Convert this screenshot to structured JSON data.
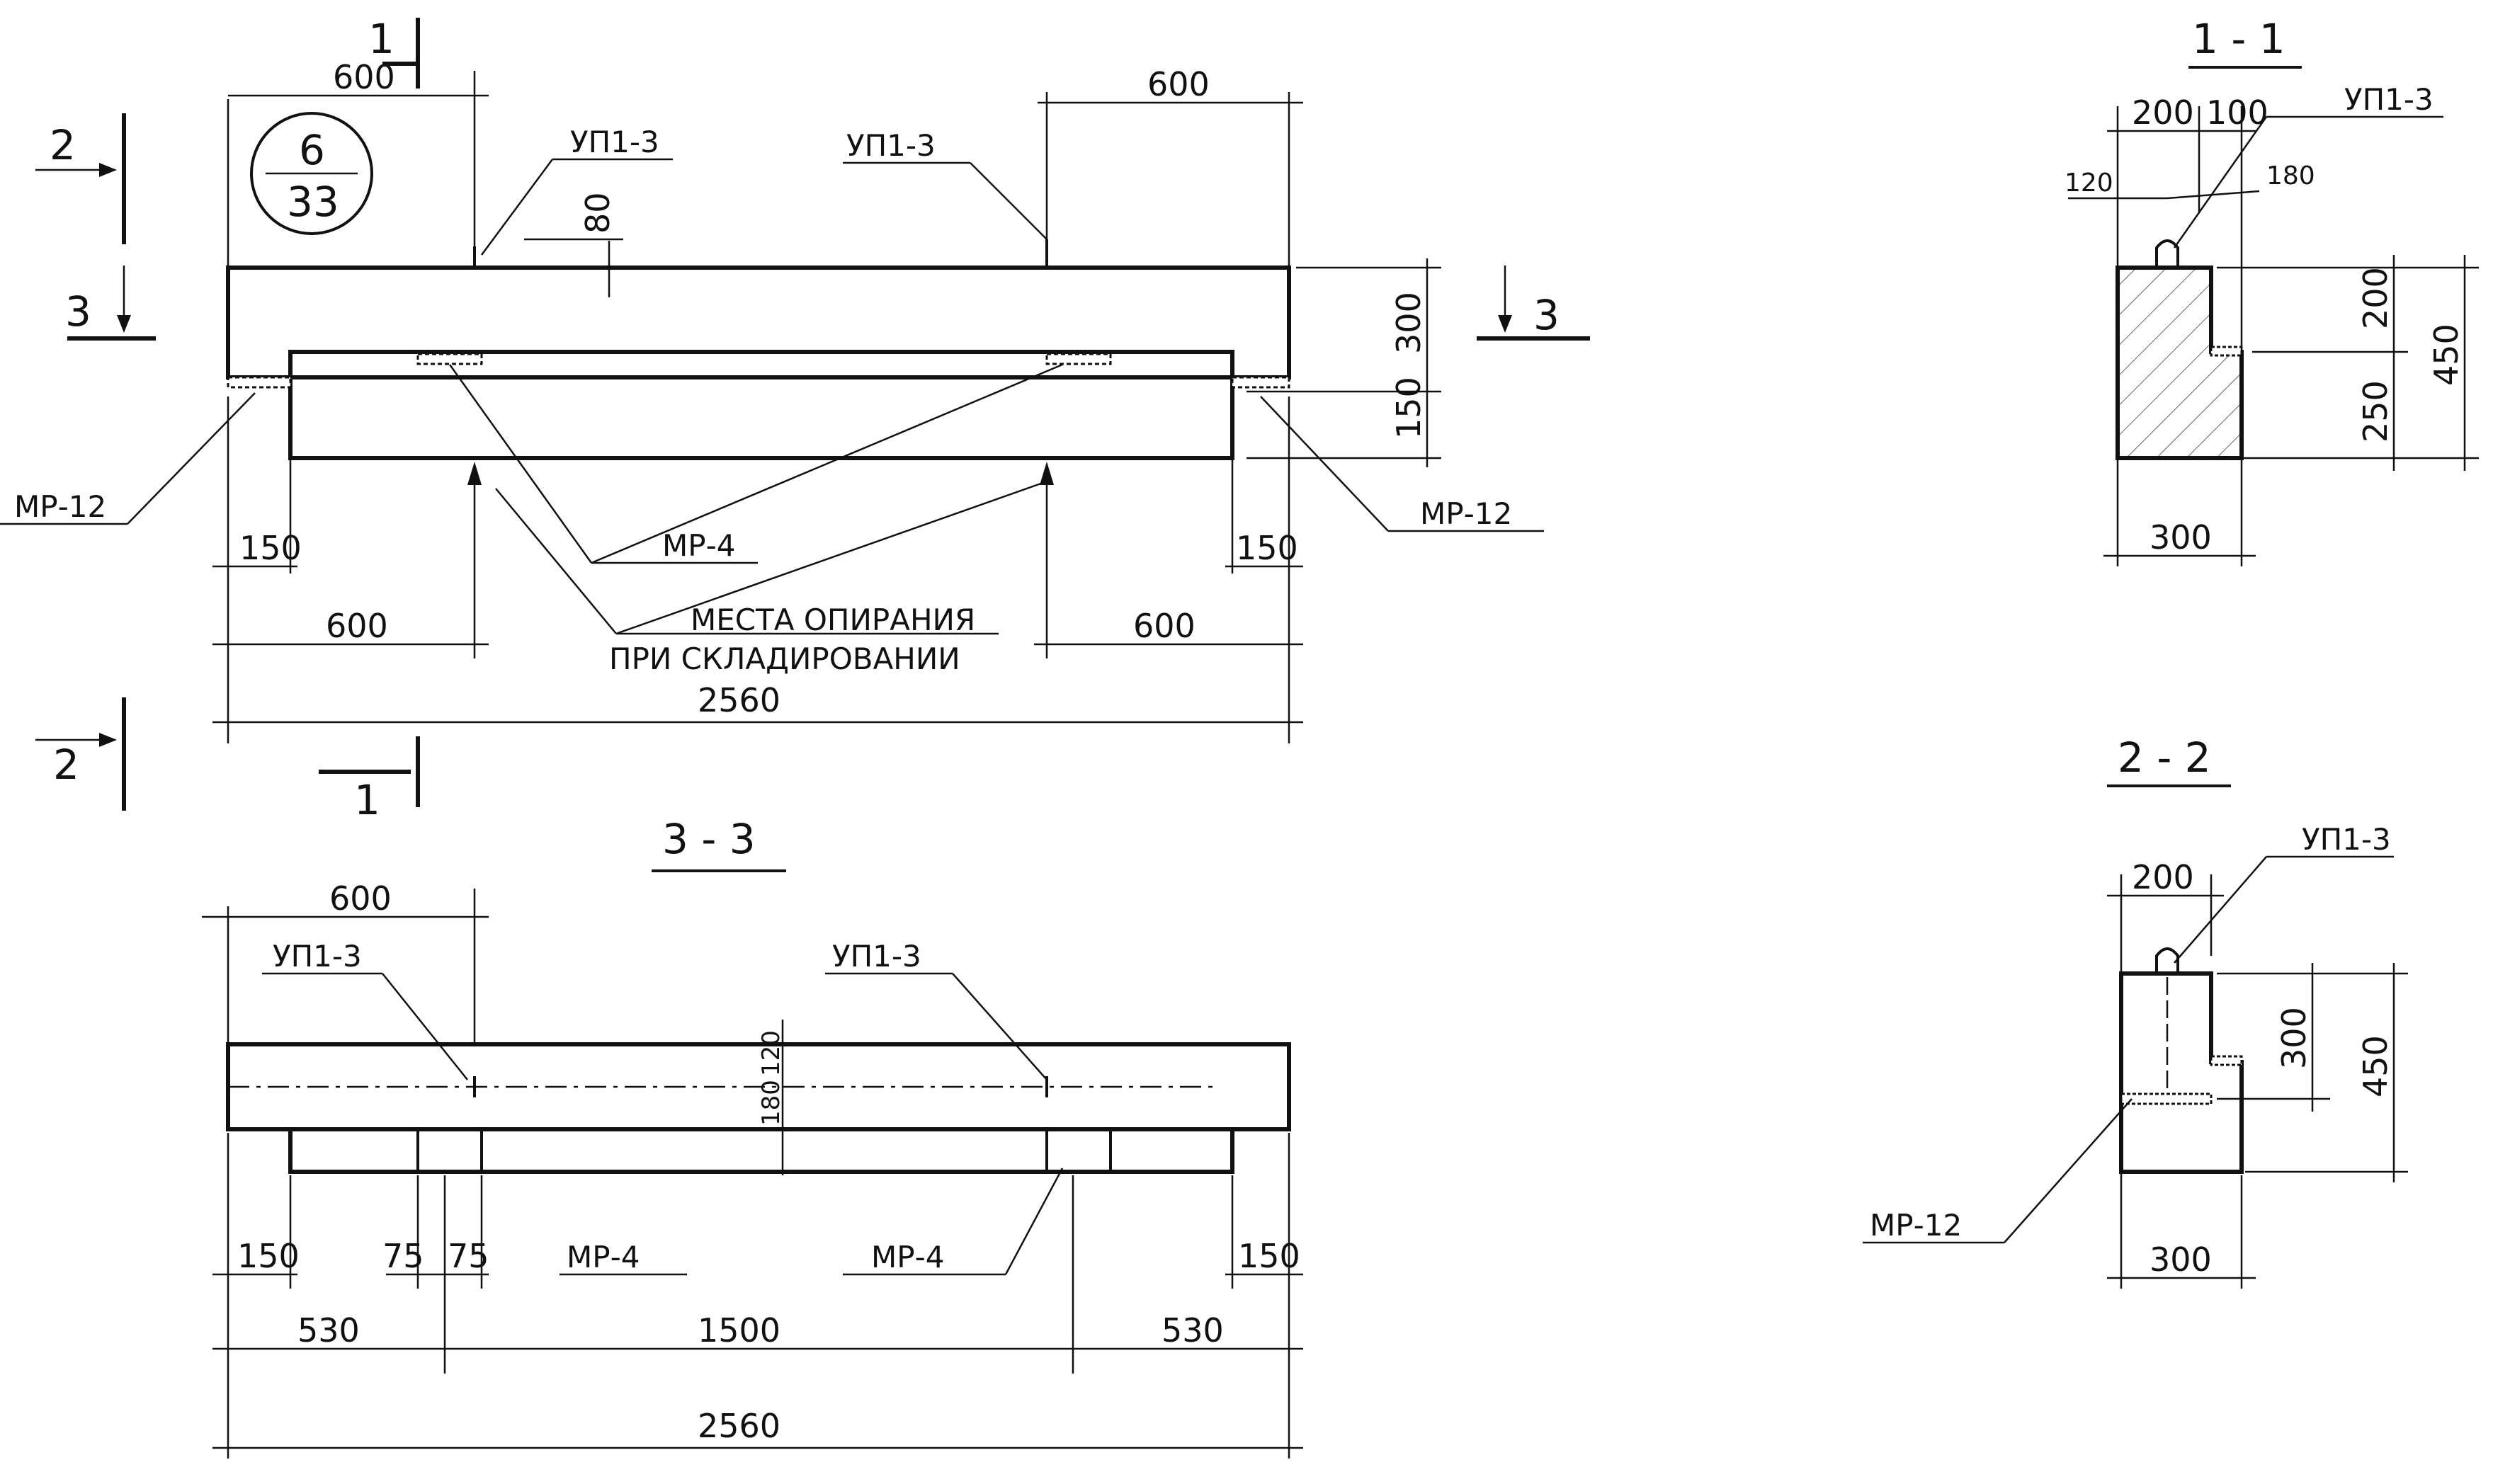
{
  "main_view": {
    "section_1_mark": "1",
    "section_2_mark": "2",
    "section_3_mark": "3",
    "sheet_ref_top": "6",
    "sheet_ref_bottom": "33",
    "dim_600_top_left": "600",
    "dim_600_top_right": "600",
    "label_up_left": "УП1-3",
    "label_up_right": "УП1-3",
    "dim_80": "80",
    "dim_300": "300",
    "dim_150_right": "150",
    "label_mr12_left": "МР-12",
    "label_mr12_right": "МР-12",
    "label_mr4": "МР-4",
    "dim_150_left_bottom": "150",
    "dim_150_right_bottom": "150",
    "dim_600_bottom_left": "600",
    "dim_600_bottom_right": "600",
    "support_note_line1": "МЕСТА ОПИРАНИЯ",
    "support_note_line2": "ПРИ СКЛАДИРОВАНИИ",
    "dim_total": "2560"
  },
  "section_3_3": {
    "title": "3 - 3",
    "dim_600": "600",
    "label_up_left": "УП1-3",
    "label_up_right": "УП1-3",
    "dim_180": "180",
    "dim_120": "120",
    "dim_150_left": "150",
    "dim_75_a": "75",
    "dim_75_b": "75",
    "label_mr4_left": "МР-4",
    "label_mr4_right": "МР-4",
    "dim_150_right": "150",
    "dim_530_left": "530",
    "dim_1500": "1500",
    "dim_530_right": "530",
    "dim_total": "2560"
  },
  "section_1_1": {
    "title": "1 - 1",
    "dim_200": "200",
    "dim_100": "100",
    "dim_120": "120",
    "dim_180": "180",
    "label_up": "УП1-3",
    "dim_200_v": "200",
    "dim_250_v": "250",
    "dim_450_v": "450",
    "dim_300": "300"
  },
  "section_2_2": {
    "title": "2 - 2",
    "dim_200": "200",
    "label_up": "УП1-3",
    "dim_300_v": "300",
    "dim_450_v": "450",
    "label_mr12": "МР-12",
    "dim_300": "300"
  }
}
